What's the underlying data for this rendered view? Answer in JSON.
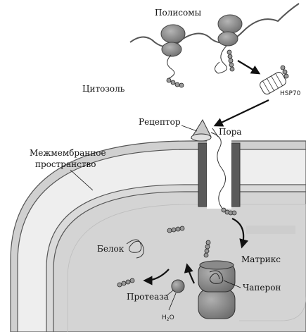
{
  "labels": {
    "polysomes": "Полисомы",
    "cytosol": "Цитозоль",
    "hsp70": "HSP70",
    "receptor": "Рецептор",
    "pore": "Пора",
    "intermembrane": "Межмембранное",
    "intermembrane_2": "пространство",
    "protein": "Белок",
    "matrix": "Матрикс",
    "chaperone": "Чаперон",
    "protease": "Протеаза",
    "water_h": "H",
    "water_sub": "2",
    "water_o": "O"
  },
  "colors": {
    "background": "#ffffff",
    "matrix_fill": "#d7d7d7",
    "intermembrane_fill": "#ececec",
    "membrane_stroke": "#555555",
    "channel": "#5a5a5a",
    "ribosome": "#8e8e8e",
    "protease_ball": "#8a8a8a",
    "arrow": "#111111"
  }
}
